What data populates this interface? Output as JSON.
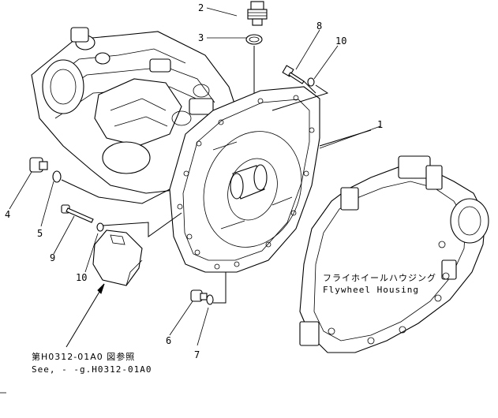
{
  "callouts": [
    "1",
    "2",
    "3",
    "4",
    "5",
    "6",
    "7",
    "8",
    "9",
    "10",
    "10"
  ],
  "flywheel_jp": "フライホイールハウジング",
  "flywheel_en": "Flywheel Housing",
  "ref_jp": "第H0312-01A0 図参照",
  "ref_en": "See, - -g.H0312-01A0"
}
